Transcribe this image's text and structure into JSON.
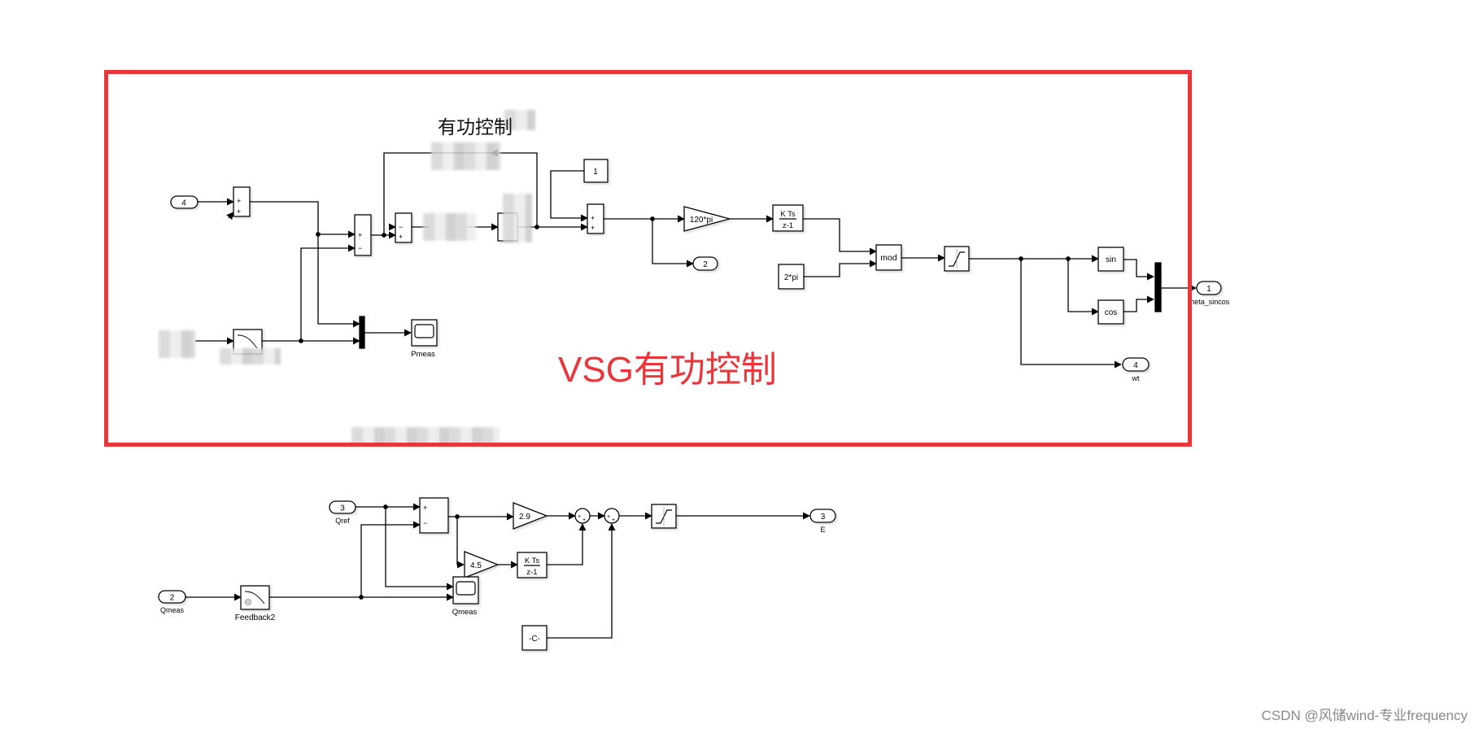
{
  "annotation": {
    "vsg_label": "VSG有功控制",
    "color": "#e8363a"
  },
  "active_section": {
    "title": "有功控制",
    "inports": {
      "in4": "4"
    },
    "sum1_signs": [
      "+",
      "+"
    ],
    "sum2_signs": [
      "+",
      "−"
    ],
    "sum3_signs": [
      "−",
      "+"
    ],
    "sum4_signs": [
      "+",
      "+"
    ],
    "constant_one": "1",
    "gain_omega": "120*pi",
    "integrator": {
      "num": "K Ts",
      "den": "z-1"
    },
    "constant_two_pi": "2*pi",
    "mod_block": "mod",
    "sin_block": "sin",
    "cos_block": "cos",
    "scope_label": "Pmeas",
    "outports": [
      {
        "number": "2",
        "label": ""
      },
      {
        "number": "1",
        "label": "theta_sincos"
      },
      {
        "number": "4",
        "label": "wt"
      }
    ]
  },
  "reactive_section": {
    "inports": [
      {
        "number": "3",
        "label": "Qref"
      },
      {
        "number": "2",
        "label": "Qmeas"
      }
    ],
    "filter_label": "Feedback2",
    "sum_signs": [
      "+",
      "−"
    ],
    "gain_kp": "2.9",
    "gain_ki": "4.5",
    "integrator": {
      "num": "K Ts",
      "den": "z-1"
    },
    "sum_small_a_signs": [
      "+",
      "+"
    ],
    "sum_small_b_signs": [
      "+",
      "+"
    ],
    "constant": "-C-",
    "scope_label": "Qmeas",
    "outport": {
      "number": "3",
      "label": "E"
    }
  },
  "watermark": "CSDN @风储wind-专业frequency"
}
